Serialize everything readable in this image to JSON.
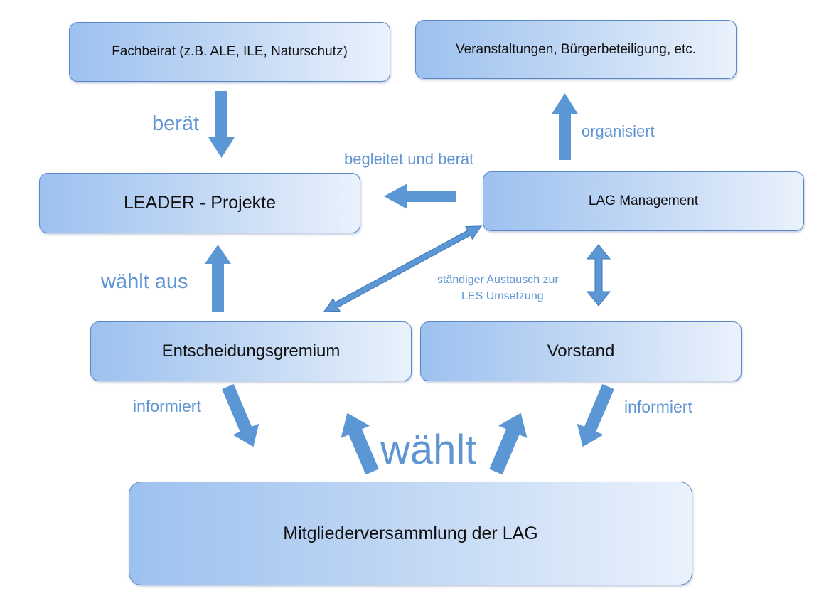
{
  "colors": {
    "arrow": "#5b97d5",
    "label": "#5f95d3",
    "box_border": "#5a88c8",
    "box_gradient_start": "#9dc1ef",
    "box_gradient_end": "#eaf2fc"
  },
  "boxes": {
    "fachbeirat": "Fachbeirat (z.B. ALE, ILE, Naturschutz)",
    "veranstaltungen": "Veranstaltungen, Bürgerbeteiligung, etc.",
    "leader": "LEADER - Projekte",
    "lag_management": "LAG Management",
    "entscheidungsgremium": "Entscheidungsgremium",
    "vorstand": "Vorstand",
    "mitgliederversammlung": "Mitgliederversammlung der LAG"
  },
  "labels": {
    "beraet": "berät",
    "organisiert": "organisiert",
    "begleitet": "begleitet und berät",
    "waehlt_aus": "wählt aus",
    "austausch_line1": "ständiger Austausch zur",
    "austausch_line2": "LES Umsetzung",
    "informiert_left": "informiert",
    "informiert_right": "informiert",
    "waehlt": "wählt"
  }
}
